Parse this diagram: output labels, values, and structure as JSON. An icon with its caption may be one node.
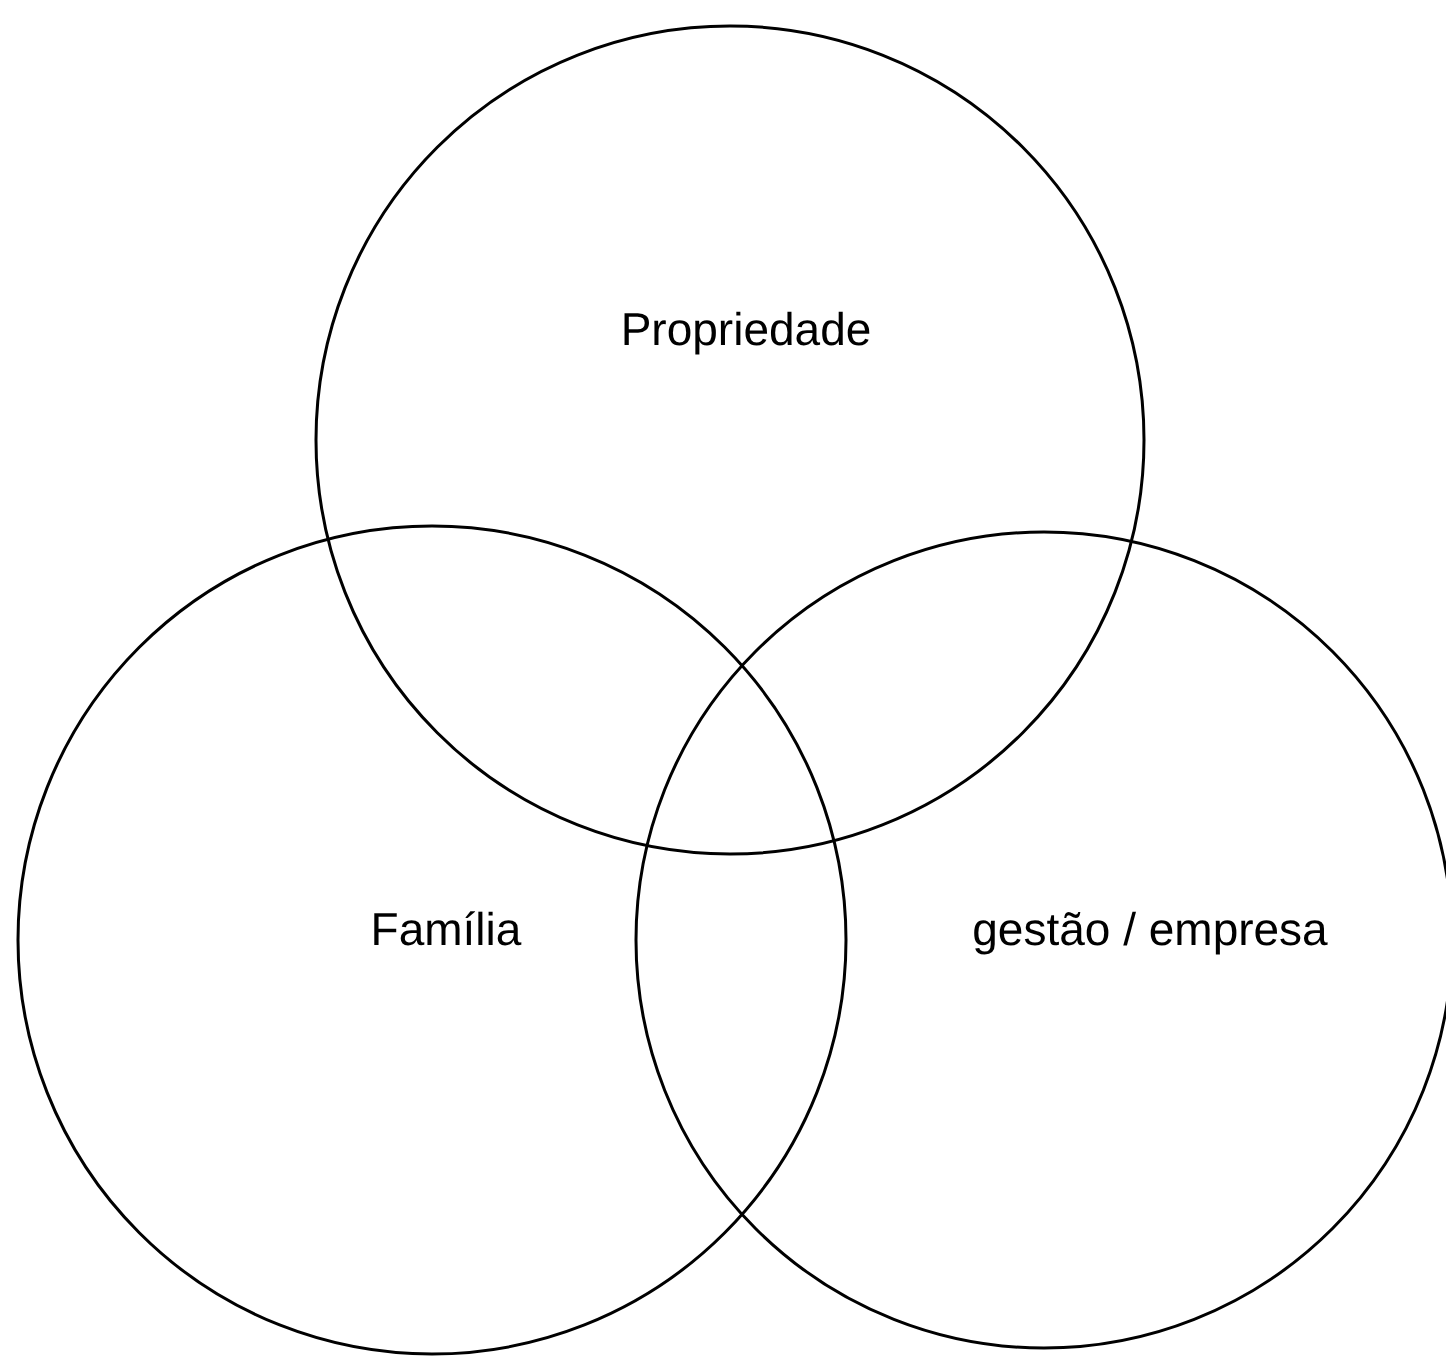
{
  "diagram": {
    "nodes": [
      {
        "text": [
          "Propriedade"
        ]
      },
      {
        "text": [
          "Família"
        ]
      },
      {
        "text": [
          "gestão / empresa"
        ]
      }
    ]
  }
}
